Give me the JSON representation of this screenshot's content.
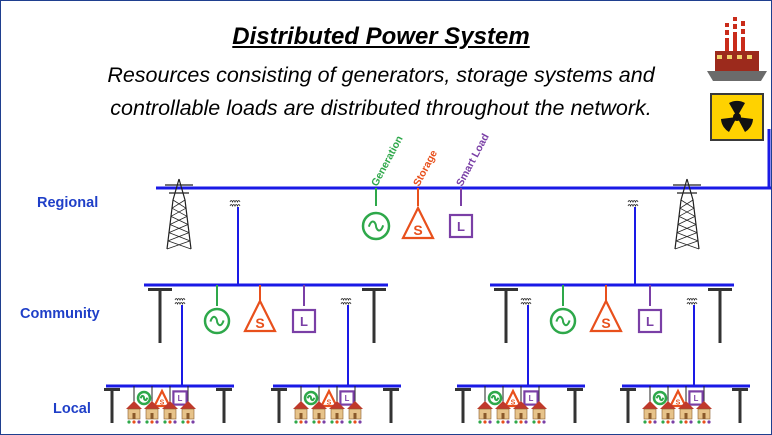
{
  "title": "Distributed Power System",
  "description": {
    "line1": "Resources consisting of generators, storage systems and",
    "line2": "controllable loads are distributed throughout the network."
  },
  "levels": {
    "regional": "Regional",
    "community": "Community",
    "local": "Local"
  },
  "resources": {
    "generation": "Generation",
    "storage": "Storage",
    "smart_load": "Smart Load",
    "storage_symbol": "S",
    "load_symbol": "L"
  },
  "icons": {
    "power_plant": "factory-icon",
    "nuclear": "nuclear-hazard-icon",
    "tower": "transmission-tower-icon",
    "transformer": "transformer-icon",
    "house": "house-icon",
    "pole": "utility-pole-icon"
  },
  "colors": {
    "bus": "#1a1ae6",
    "generation": "#2ea84a",
    "storage": "#e8501c",
    "smart_load": "#7a3fa6",
    "label": "#1f3fc8"
  }
}
